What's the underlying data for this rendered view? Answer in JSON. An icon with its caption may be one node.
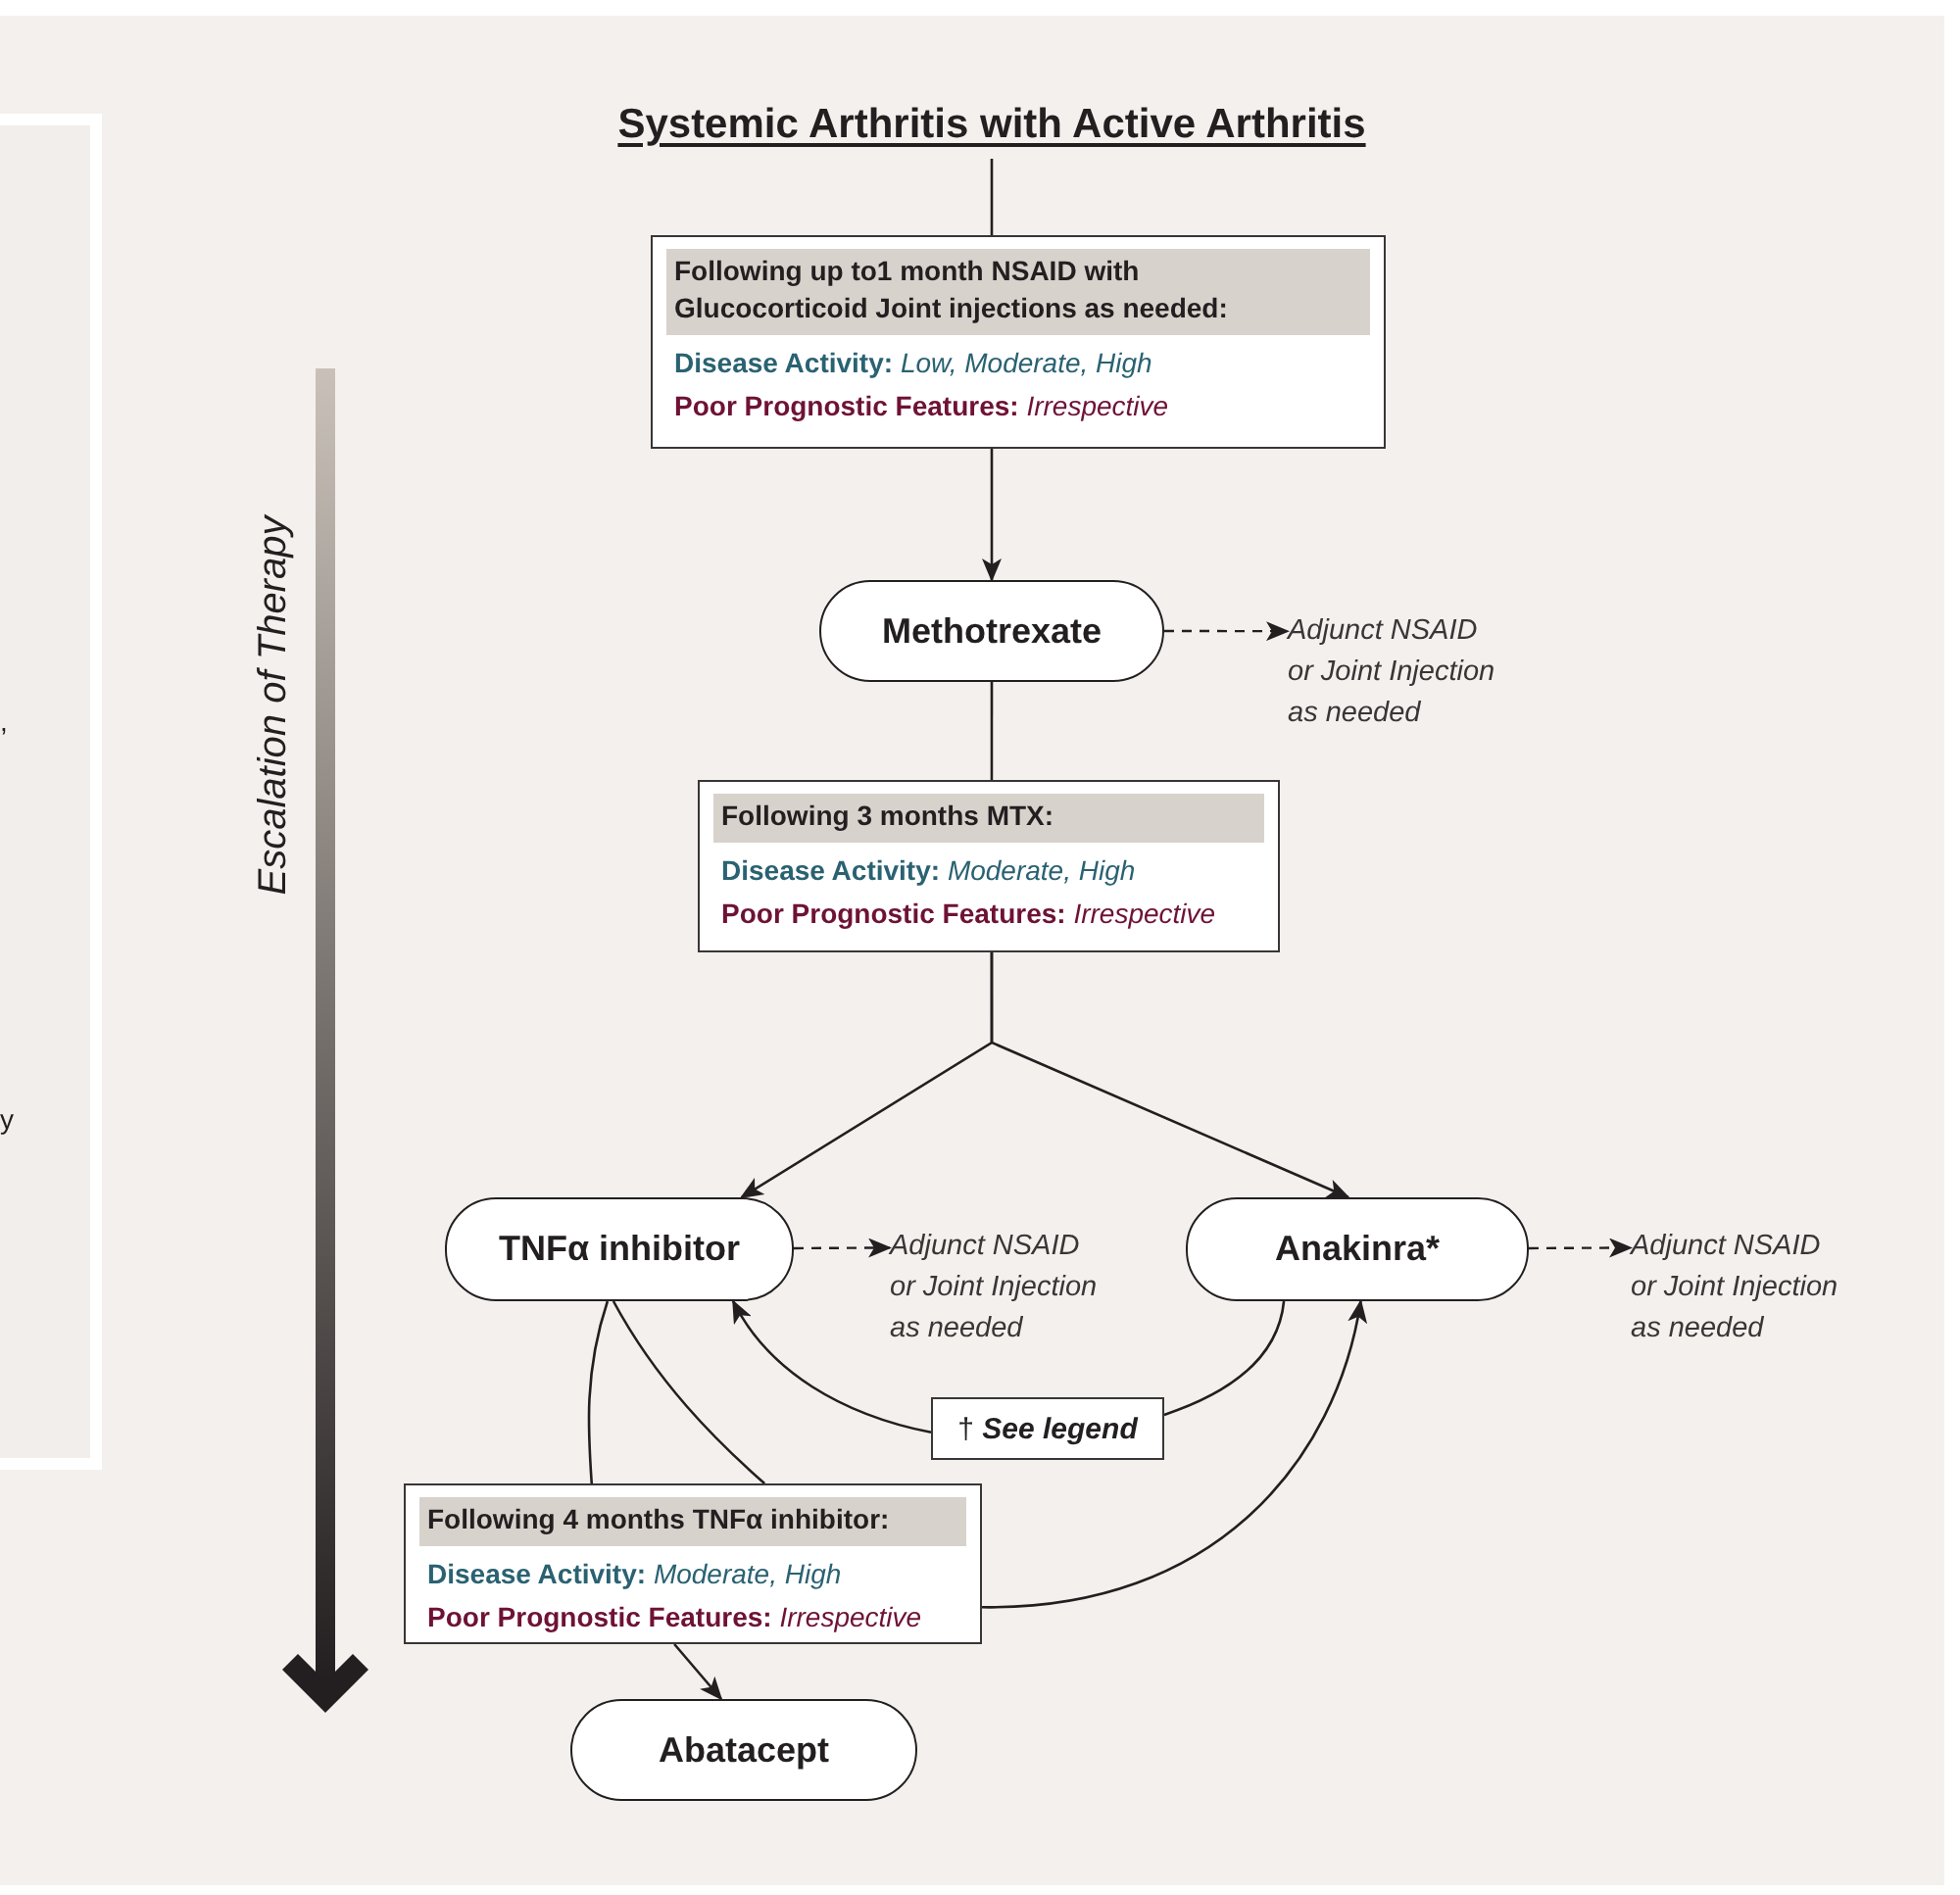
{
  "diagram": {
    "nodes": [
      {
        "text": [
          "Systemic Arthritis with Active Arthritis"
        ]
      },
      {
        "text": [
          "Following up to1 month NSAID with Glucocorticoid Joint injections as needed:",
          "**Disease Activity:** *Low, Moderate, High*",
          "**Poor Prognostic Features:** *Irrespective*"
        ]
      },
      {
        "text": [
          "Methotrexate"
        ]
      },
      {
        "text": [
          "Adjunct NSAID or Joint Injection as needed"
        ]
      },
      {
        "text": [
          "Following 3 months MTX:",
          "**Disease Activity:** *Moderate, High*",
          "**Poor Prognostic Features:** *Irrespective*"
        ]
      },
      {
        "text": [
          "TNFα inhibitor"
        ]
      },
      {
        "text": [
          "Adjunct NSAID or Joint Injection as needed"
        ]
      },
      {
        "text": [
          "Anakinra*"
        ]
      },
      {
        "text": [
          "Adjunct NSAID or Joint Injection as needed"
        ]
      },
      {
        "text": [
          "† **See legend**"
        ]
      },
      {
        "text": [
          "Following 4 months TNFα inhibitor:",
          "**Disease Activity:** *Moderate, High*",
          "**Poor Prognostic Features:** *Irrespective*"
        ]
      },
      {
        "text": [
          "Abatacept"
        ]
      }
    ],
    "edges": [
      {
        "from": 0,
        "to": 1,
        "arrow": "none"
      },
      {
        "from": 1,
        "to": 2,
        "arrow": "to"
      },
      {
        "from": 2,
        "to": 3,
        "arrow": "to",
        "style": "dashed"
      },
      {
        "from": 2,
        "to": 4,
        "arrow": "none"
      },
      {
        "from": 4,
        "to": 5,
        "arrow": "to"
      },
      {
        "from": 4,
        "to": 7,
        "arrow": "to"
      },
      {
        "from": 5,
        "to": 6,
        "arrow": "to",
        "style": "dashed"
      },
      {
        "from": 7,
        "to": 8,
        "arrow": "to",
        "style": "dashed"
      },
      {
        "from": 7,
        "to": 9,
        "arrow": "none"
      },
      {
        "from": 9,
        "to": 5,
        "arrow": "to"
      },
      {
        "from": 5,
        "to": 10,
        "arrow": "none"
      },
      {
        "from": 5,
        "to": 10,
        "arrow": "none"
      },
      {
        "from": 10,
        "to": 7,
        "arrow": "to"
      },
      {
        "from": 10,
        "to": 11,
        "arrow": "to"
      }
    ],
    "labels": [
      "Escalation of Therapy",
      ",",
      "y"
    ]
  }
}
